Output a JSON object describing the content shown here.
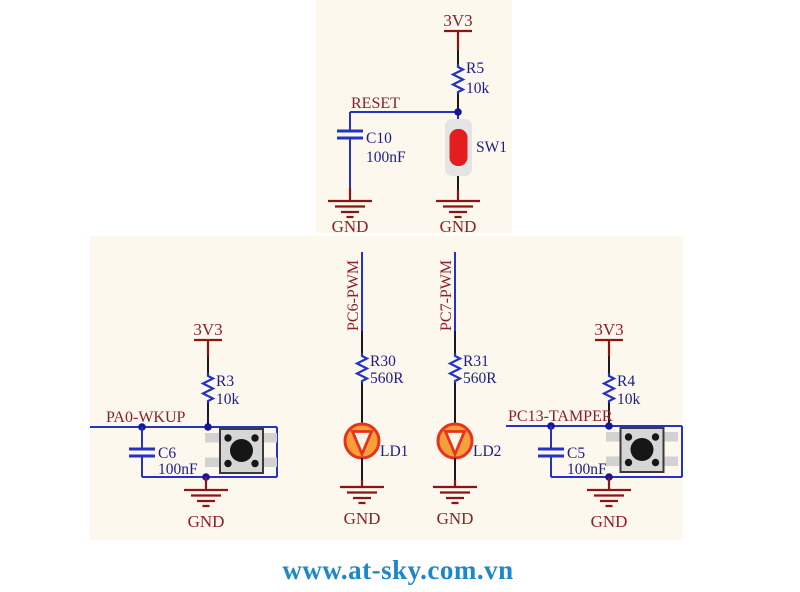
{
  "colors": {
    "page_bg": "#FFFFFF",
    "panel_bg": "#FDF8ED",
    "wire_blue": "#2433C4",
    "junction_navy": "#16169A",
    "pin_black": "#1A1A1A",
    "power_red": "#8B1414",
    "net_text": "#8B1E28",
    "component_text": "#1D1D86",
    "switch_red": "#E41E1E",
    "switch_cap_bg": "#E4E4E4",
    "button_body": "#D6D6D6",
    "button_pad": "#D2D2D2",
    "button_black": "#161616",
    "led_fill": "#F6A03C",
    "led_stroke": "#E8321E",
    "led_triangle": "#FCF4E4",
    "watermark_blue": "#1E87CB"
  },
  "reset_circuit": {
    "power": "3V3",
    "resistor_ref": "R5",
    "resistor_val": "10k",
    "net": "RESET",
    "cap_ref": "C10",
    "cap_val": "100nF",
    "switch_ref": "SW1",
    "gnd_cap": "GND",
    "gnd_switch": "GND"
  },
  "wakeup_circuit": {
    "power": "3V3",
    "resistor_ref": "R3",
    "resistor_val": "10k",
    "net": "PA0-WKUP",
    "cap_ref": "C6",
    "cap_val": "100nF",
    "gnd": "GND"
  },
  "led1_circuit": {
    "net": "PC6-PWM",
    "resistor_ref": "R30",
    "resistor_val": "560R",
    "led_ref": "LD1",
    "gnd": "GND"
  },
  "led2_circuit": {
    "net": "PC7-PWM",
    "resistor_ref": "R31",
    "resistor_val": "560R",
    "led_ref": "LD2",
    "gnd": "GND"
  },
  "tamper_circuit": {
    "power": "3V3",
    "resistor_ref": "R4",
    "resistor_val": "10k",
    "net": "PC13-TAMPER",
    "cap_ref": "C5",
    "cap_val": "100nF",
    "gnd": "GND"
  },
  "watermark": "www.at-sky.com.vn"
}
